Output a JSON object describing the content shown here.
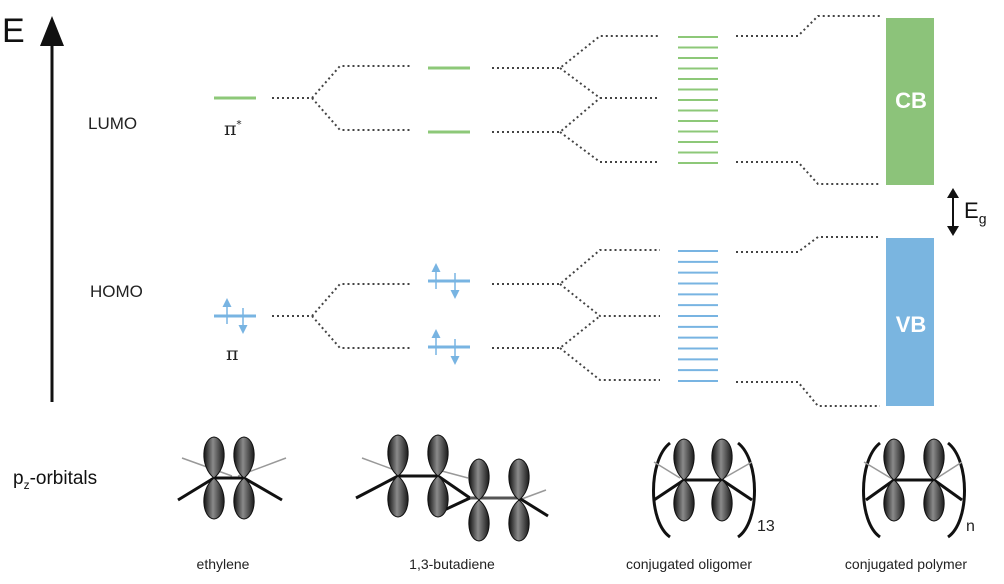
{
  "axis": {
    "energy_label": "E"
  },
  "levels": {
    "lumo_label": "LUMO",
    "homo_label": "HOMO",
    "pi_star_label": "π",
    "pi_star_sup": "*",
    "pi_label": "π"
  },
  "bands": {
    "cb_label": "CB",
    "vb_label": "VB",
    "gap_label": "E",
    "gap_sub": "g"
  },
  "orbitals": {
    "label": "p",
    "label_sub": "z",
    "label_suffix": "-orbitals"
  },
  "molecules": [
    {
      "name": "ethylene"
    },
    {
      "name": "1,3-butadiene"
    },
    {
      "name": "conjugated oligomer",
      "subscript": "13"
    },
    {
      "name": "conjugated polymer",
      "subscript": "n"
    }
  ],
  "colors": {
    "lumo": "#8dc878",
    "homo": "#78b4e2",
    "cb": "#8cc37a",
    "vb": "#7ab5e0",
    "dots": "#444444"
  }
}
